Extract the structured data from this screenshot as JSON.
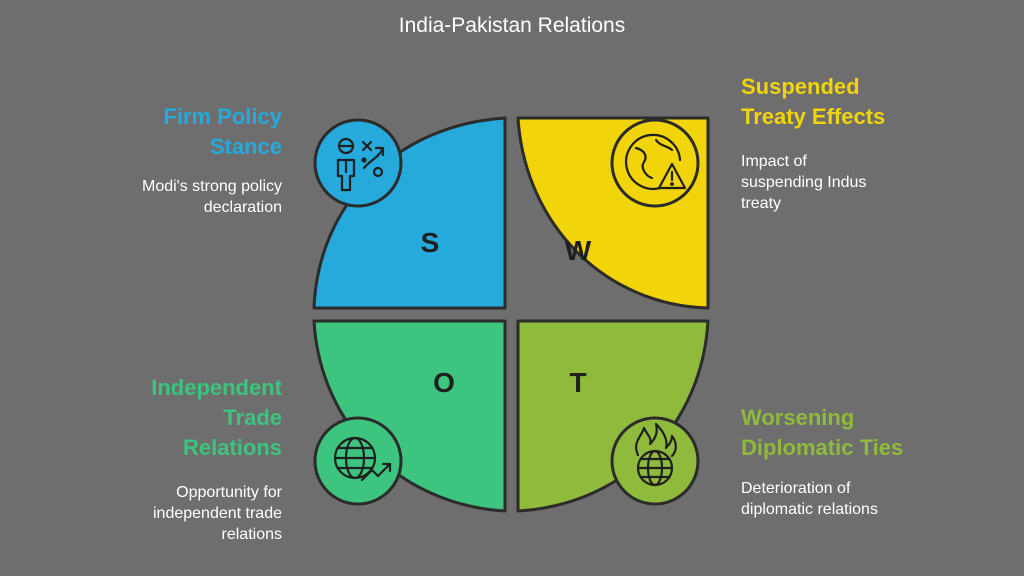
{
  "title": "India-Pakistan Relations",
  "colors": {
    "background": "#6e6e6e",
    "strengths": "#26a9db",
    "weaknesses": "#f1d40a",
    "opportunities": "#3dc47f",
    "threats": "#8fba3c",
    "outline": "#2b2b2b"
  },
  "quadrants": {
    "strengths": {
      "letter": "S",
      "heading_line1": "Firm Policy",
      "heading_line2": "Stance",
      "desc_line1": "Modi's strong policy",
      "desc_line2": "declaration",
      "icon": "strategy-person-icon"
    },
    "weaknesses": {
      "letter": "W",
      "heading_line1": "Suspended",
      "heading_line2": "Treaty Effects",
      "desc_line1": "Impact of",
      "desc_line2": "suspending Indus",
      "desc_line3": "treaty",
      "icon": "globe-warning-icon"
    },
    "opportunities": {
      "letter": "O",
      "heading_line1": "Independent",
      "heading_line2": "Trade",
      "heading_line3": "Relations",
      "desc_line1": "Opportunity for",
      "desc_line2": "independent trade",
      "desc_line3": "relations",
      "icon": "globe-growth-icon"
    },
    "threats": {
      "letter": "T",
      "heading_line1": "Worsening",
      "heading_line2": "Diplomatic Ties",
      "desc_line1": "Deterioration of",
      "desc_line2": "diplomatic relations",
      "icon": "burning-globe-icon"
    }
  }
}
